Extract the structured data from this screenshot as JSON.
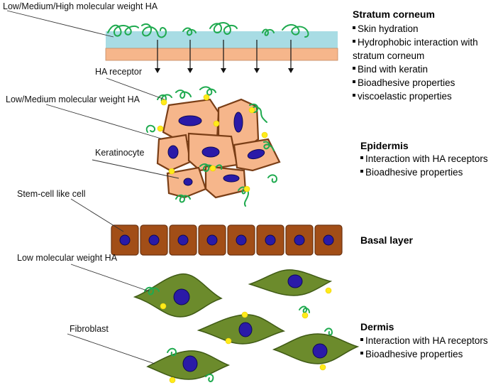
{
  "labels": {
    "ha_weights": "Low/Medium/High molecular weight HA",
    "ha_receptor": "HA receptor",
    "low_medium_ha": "Low/Medium molecular weight HA",
    "keratinocyte": "Keratinocyte",
    "stem_cell": "Stem-cell like cell",
    "low_ha": "Low molecular weight HA",
    "fibroblast": "Fibroblast"
  },
  "layers": [
    {
      "name": "Stratum corneum",
      "properties": [
        "Skin hydration",
        "Hydrophobic interaction with",
        "stratum corneum",
        "Bind with keratin",
        "Bioadhesive properties",
        "viscoelastic properties"
      ],
      "bullets": [
        true,
        true,
        false,
        true,
        true,
        true
      ]
    },
    {
      "name": "Epidermis",
      "properties": [
        "Interaction with HA receptors",
        "Bioadhesive properties"
      ],
      "bullets": [
        true,
        true
      ]
    },
    {
      "name": "Basal layer",
      "properties": [],
      "bullets": []
    },
    {
      "name": "Dermis",
      "properties": [
        "Interaction with HA receptors",
        "Bioadhesive properties"
      ],
      "bullets": [
        true,
        true
      ]
    }
  ],
  "colors": {
    "hydration_band": "#a8dce4",
    "barrier_band": "#f6b68b",
    "keratinocyte": "#f6b68b",
    "nucleus": "#2a1aa8",
    "basal_cell": "#a24e17",
    "fibroblast": "#6c8b2c",
    "ha_strand": "#1faa4f",
    "ha_receptor": "#ffeb1a"
  }
}
